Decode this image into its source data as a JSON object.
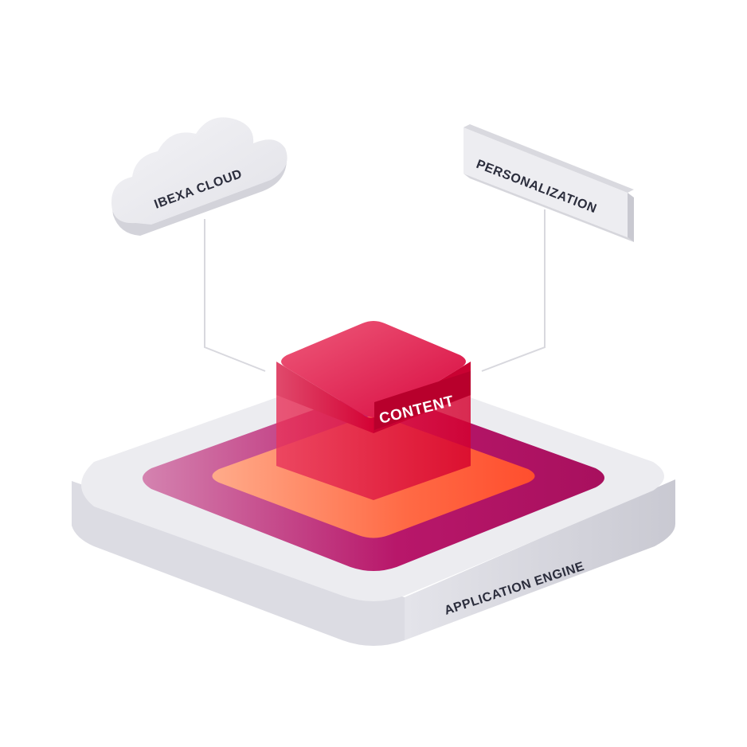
{
  "labels": {
    "cloud": "IBEXA CLOUD",
    "personalization": "PERSONALIZATION",
    "content": "CONTENT",
    "engine": "APPLICATION ENGINE"
  },
  "colors": {
    "platform_top": "#ececf0",
    "platform_side": "#d6d6dd",
    "magenta_layer": "#b01260",
    "orange_layer": "#ff5a36",
    "content_cube": "#d4043c",
    "label_text_dark": "#2b2d3c",
    "connector_line": "#d8d8de"
  }
}
